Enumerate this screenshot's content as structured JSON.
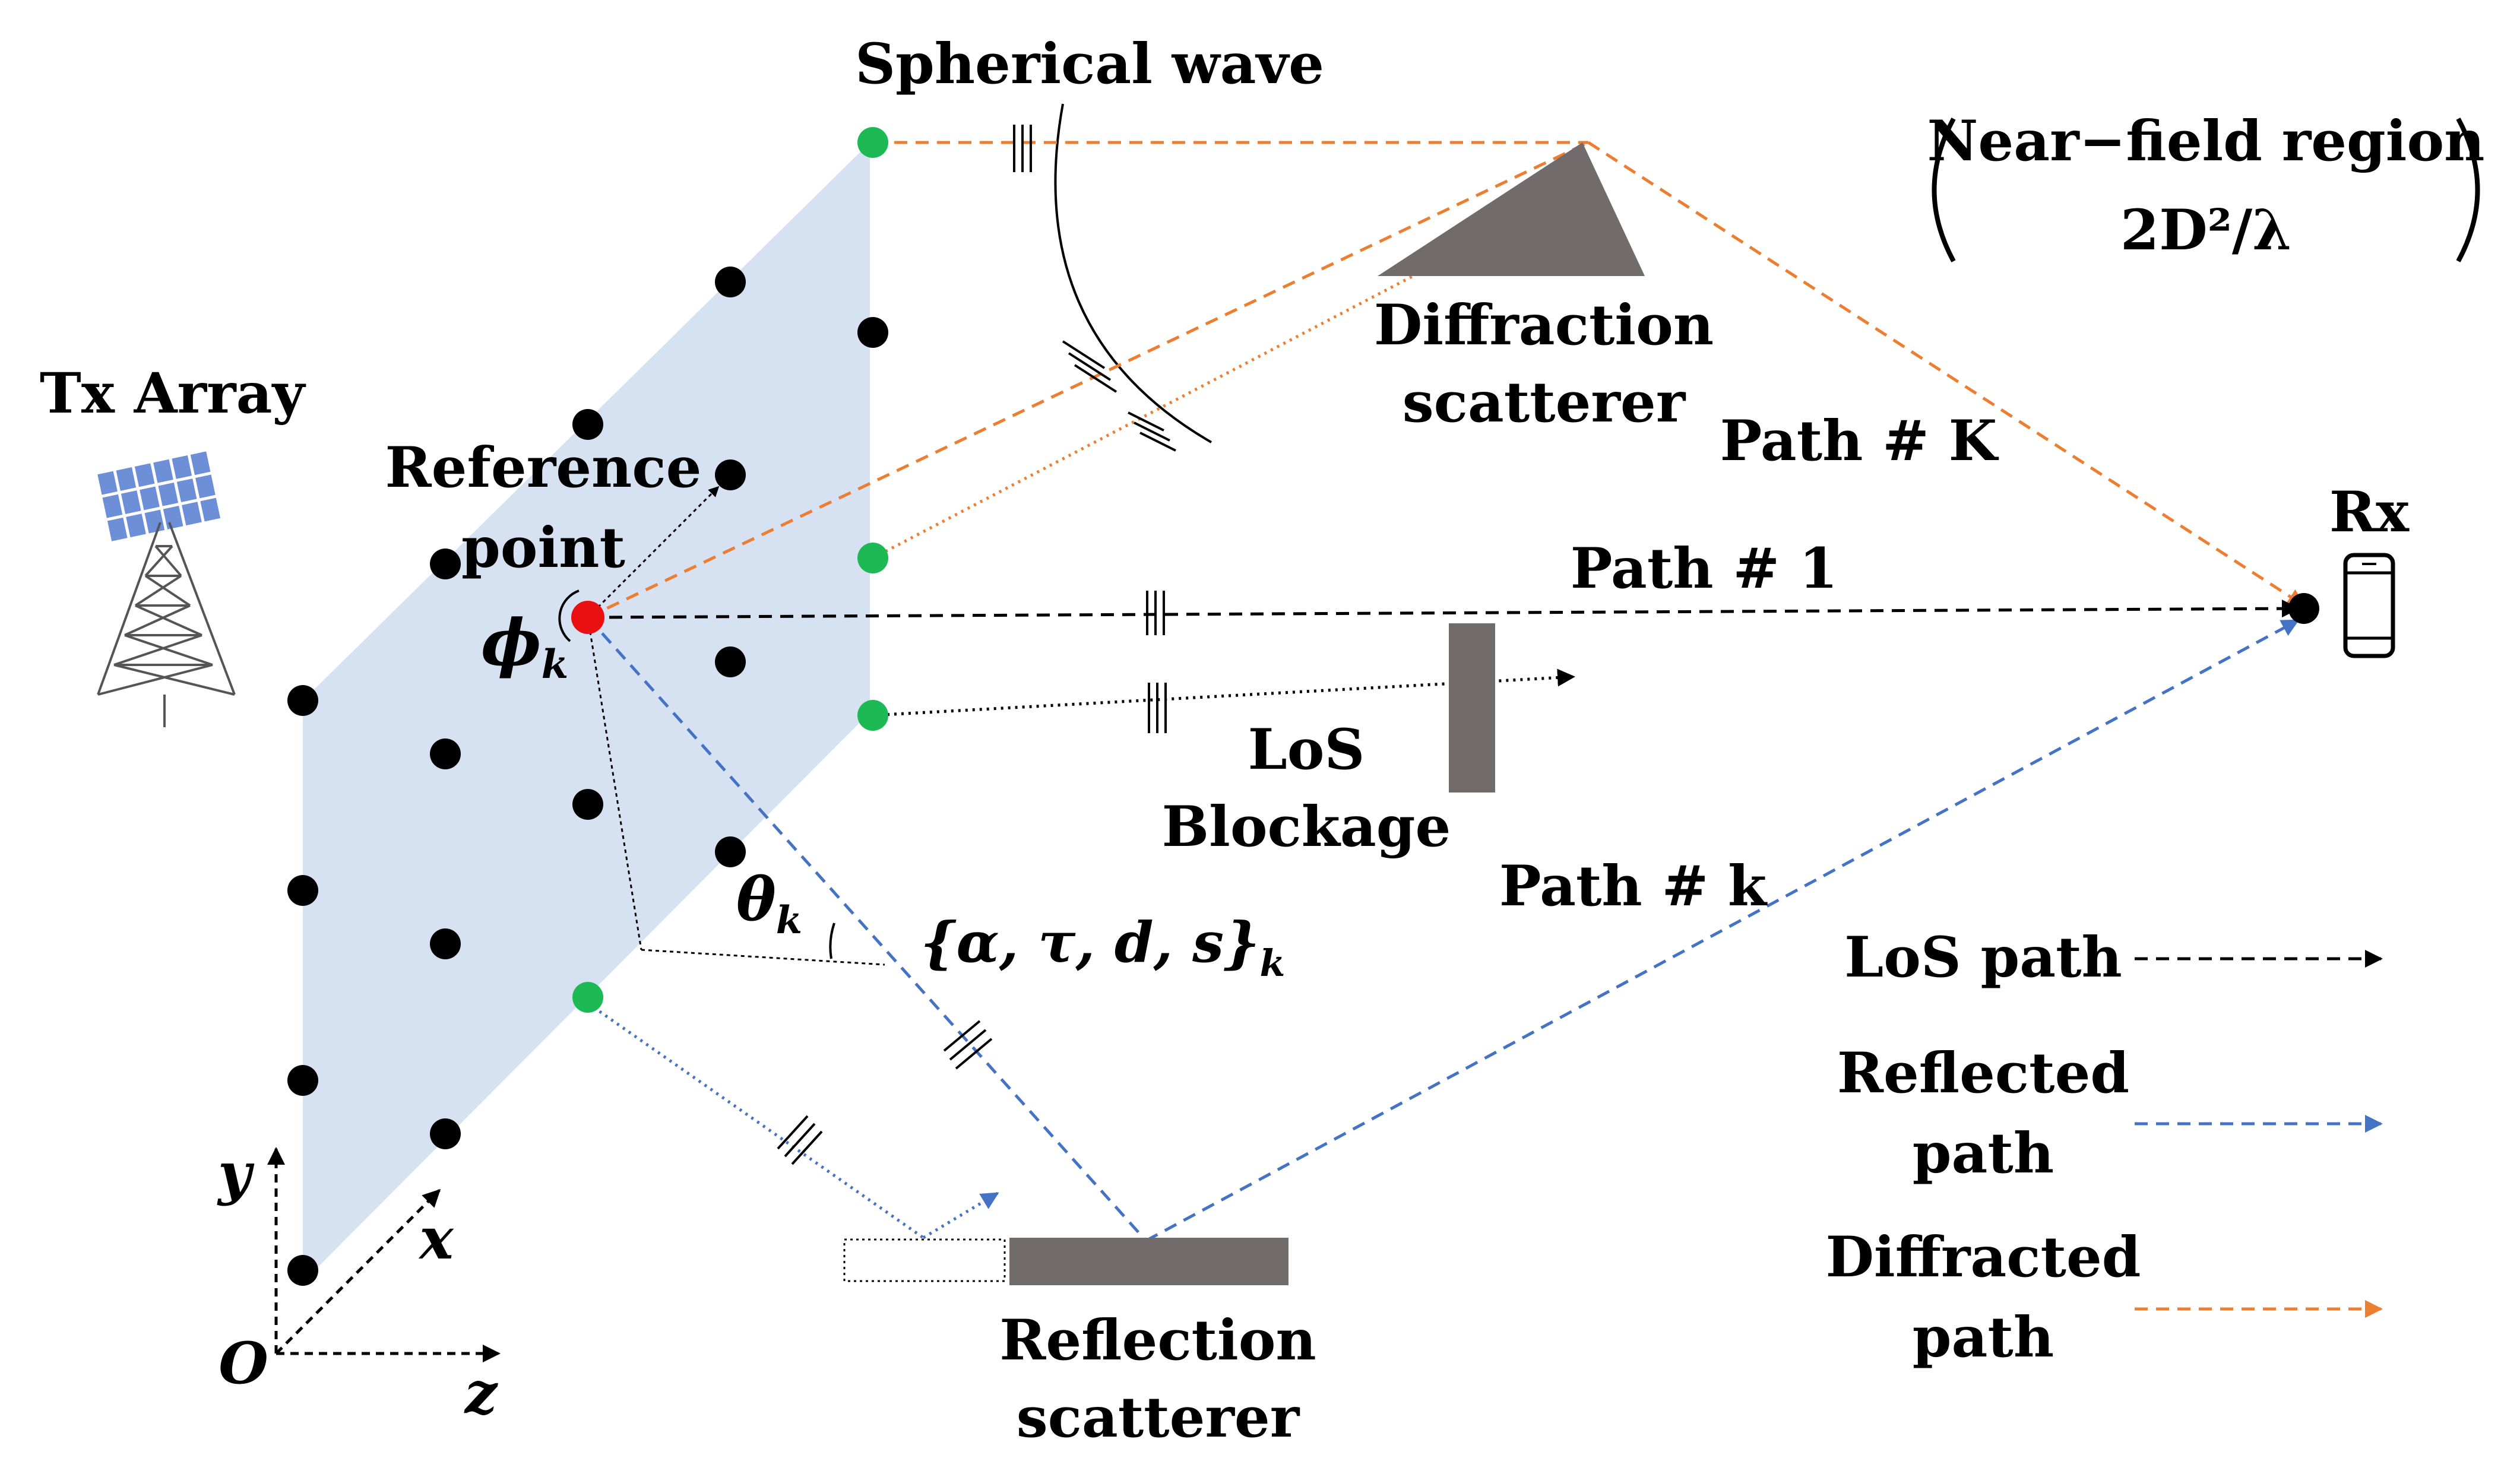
{
  "title": "Spherical wave",
  "labels": {
    "tx_array": "Tx Array",
    "reference_point_1": "Reference",
    "reference_point_2": "point",
    "phi": "ϕ",
    "phi_sub": "k",
    "theta": "θ",
    "theta_sub": "k",
    "params": "{α, τ, d, s}",
    "params_sub": "k",
    "diffraction_1": "Diffraction",
    "diffraction_2": "scatterer",
    "reflection_1": "Reflection",
    "reflection_2": "scatterer",
    "los_block_1": "LoS",
    "los_block_2": "Blockage",
    "path_K": "Path # K",
    "path_1": "Path # 1",
    "path_k": "Path # k",
    "rx": "Rx",
    "near_field_1": "Near−field region",
    "near_field_2": "2D²/λ",
    "axis_y": "y",
    "axis_x": "x",
    "axis_z": "z",
    "axis_origin": "O"
  },
  "legend": [
    {
      "label_1": "LoS path",
      "label_2": "",
      "color": "#000000"
    },
    {
      "label_1": "Reflected",
      "label_2": "path",
      "color": "#4472c4"
    },
    {
      "label_1": "Diffracted",
      "label_2": "path",
      "color": "#ed7d31"
    }
  ],
  "colors": {
    "array_fill": "#d6e1f2",
    "los": "#000000",
    "reflected": "#4472c4",
    "diffracted": "#ed7d31",
    "scatterer": "#716c6b",
    "reference": "#e81010",
    "green_element": "#1db954"
  },
  "icons": [
    "tower-icon",
    "phone-icon"
  ]
}
